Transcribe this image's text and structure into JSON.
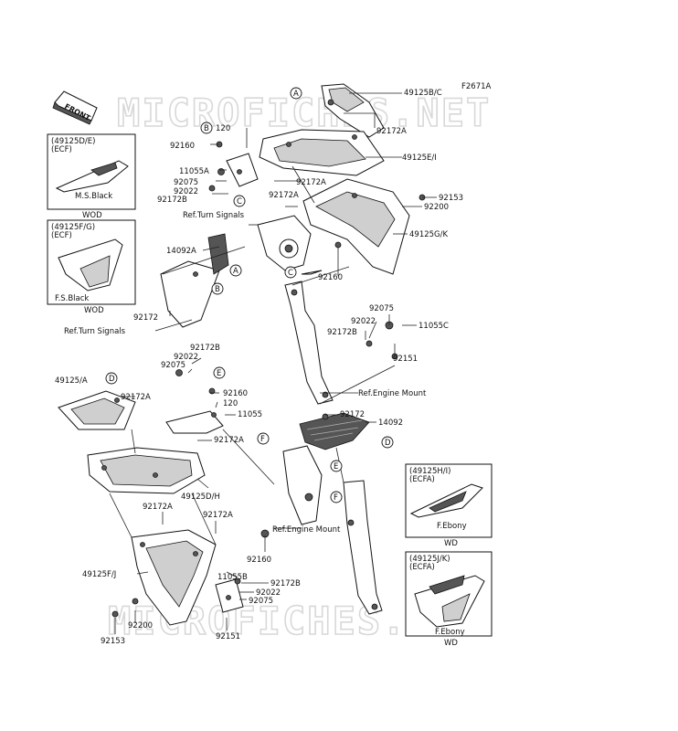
{
  "figure_code": "F2671A",
  "watermark_top": "MICROFICHES.NET",
  "watermark_bottom": "MICROFICHES.NET",
  "front_label": "FRONT",
  "ref_labels": {
    "turn_signals_upper": "Ref.Turn Signals",
    "turn_signals_lower": "Ref.Turn Signals",
    "engine_mount_right": "Ref.Engine Mount",
    "engine_mount_center": "Ref.Engine Mount"
  },
  "callouts": [
    "A",
    "B",
    "C",
    "D",
    "E",
    "F"
  ],
  "part_numbers": {
    "p49125bc": "49125B/C",
    "p92172a_1": "92172A",
    "p120_1": "120",
    "p92160_1": "92160",
    "p11055a": "11055A",
    "p92075_1": "92075",
    "p92022_1": "92022",
    "p92172b_1": "92172B",
    "p49125ei": "49125E/I",
    "p92172a_2": "92172A",
    "p92172a_3": "92172A",
    "p92153_1": "92153",
    "p92200_1": "92200",
    "p49125gk": "49125G/K",
    "p14092a": "14092A",
    "p92160_2": "92160",
    "p92172": "92172",
    "p92075_2": "92075",
    "p92022_2": "92022",
    "p11055c": "11055C",
    "p92172b_2": "92172B",
    "p92151_1": "92151",
    "p92172b_3": "92172B",
    "p92022_3": "92022",
    "p92075_3": "92075",
    "p49125a": "49125/A",
    "p92160_3": "92160",
    "p92172a_4": "92172A",
    "p120_2": "120",
    "p11055": "11055",
    "p92172a_5": "92172A",
    "p92172_2": "92172",
    "p14092": "14092",
    "p49125dh": "49125D/H",
    "p92172a_6": "92172A",
    "p92172a_7": "92172A",
    "p92160_4": "92160",
    "p49125fj": "49125F/J",
    "p11055b": "11055B",
    "p92172b_4": "92172B",
    "p92022_4": "92022",
    "p92075_4": "92075",
    "p92200_2": "92200",
    "p92153_2": "92153",
    "p92151_2": "92151"
  },
  "inset_boxes": [
    {
      "code": "(49125D/E)",
      "variant": "(ECF)",
      "color": "M.S.Black",
      "footer": "WOD"
    },
    {
      "code": "(49125F/G)",
      "variant": "(ECF)",
      "color": "F.S.Black",
      "footer": "WOD"
    },
    {
      "code": "(49125H/I)",
      "variant": "(ECFA)",
      "color": "F.Ebony",
      "footer": "WD"
    },
    {
      "code": "(49125J/K)",
      "variant": "(ECFA)",
      "color": "F.Ebony",
      "footer": "WD"
    }
  ],
  "colors": {
    "ink": "#111111",
    "watermark": "#d8d8d8",
    "shade": "#cfcfcf"
  }
}
